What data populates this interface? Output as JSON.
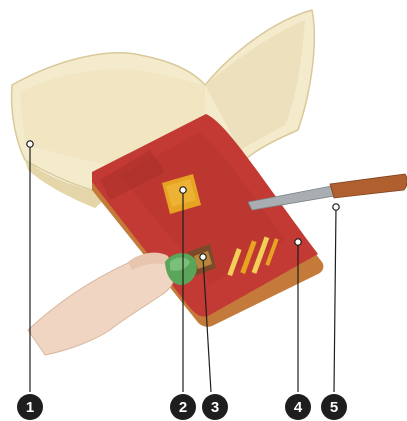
{
  "colors": {
    "cloth": "#f3ebcc",
    "cloth_shadow": "#e4d6a9",
    "pad": "#c23a33",
    "pad_dark": "#9e2a25",
    "pad_edge": "#c47a3a",
    "gold": "#e7a423",
    "gold_light": "#f3cf57",
    "knife_handle": "#b05f2e",
    "knife_blade": "#a9aeb3",
    "skin": "#f0d6c2",
    "sponge": "#5aa55a",
    "callout": "#1e1e1e"
  },
  "callouts": [
    {
      "number": "1",
      "part": "cloth"
    },
    {
      "number": "2",
      "part": "gold-leaf-square"
    },
    {
      "number": "3",
      "part": "gilder-tip"
    },
    {
      "number": "4",
      "part": "gilder-cushion"
    },
    {
      "number": "5",
      "part": "gilder-knife"
    }
  ]
}
